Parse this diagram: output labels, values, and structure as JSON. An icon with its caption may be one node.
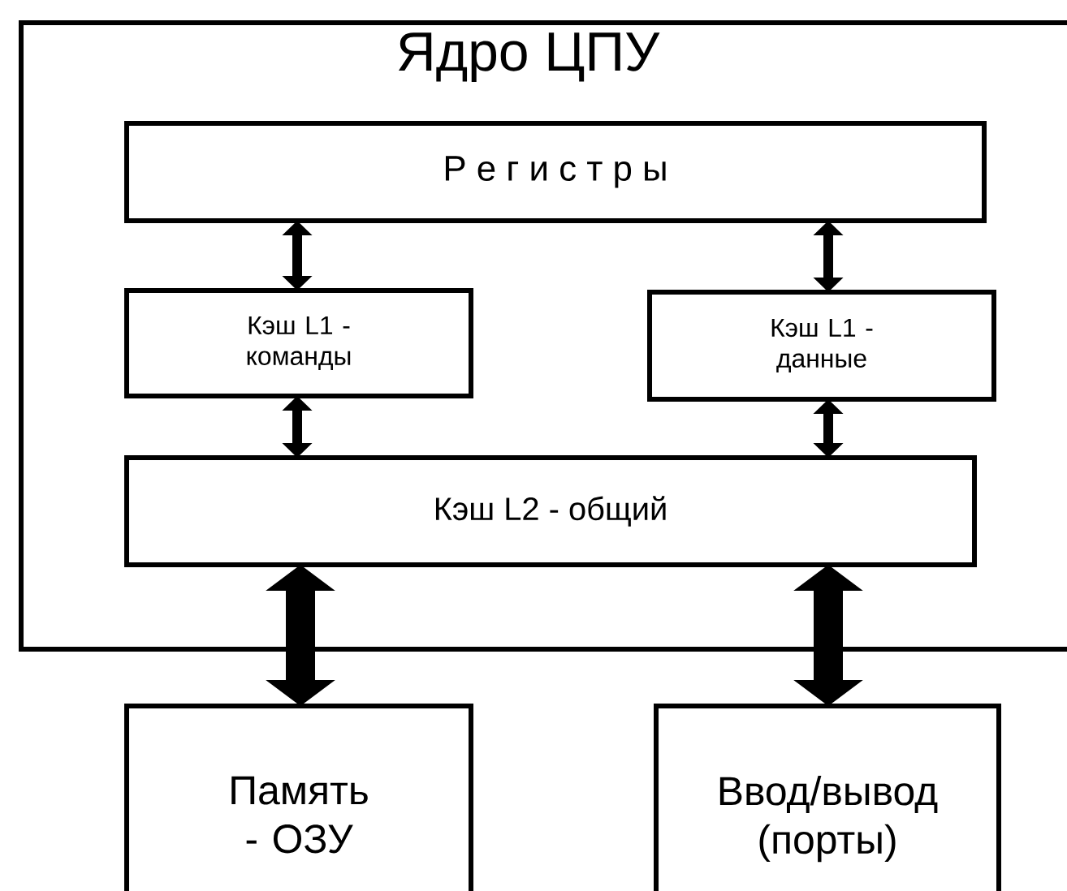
{
  "diagram": {
    "nodes": [
      {
        "text": [
          "Ядро ЦПУ"
        ]
      },
      {
        "text": [
          "Р е г и с т р ы"
        ],
        "in": 0
      },
      {
        "text": [
          "Кэш L1 - команды"
        ],
        "in": 0
      },
      {
        "text": [
          "Кэш L1 - данные"
        ],
        "in": 0
      },
      {
        "text": [
          "Кэш L2 - общий"
        ],
        "in": 0
      },
      {
        "text": [
          "Память - ОЗУ"
        ]
      },
      {
        "text": [
          "Ввод/вывод (порты)"
        ]
      }
    ],
    "edges": [
      {
        "from": 1,
        "to": 2,
        "arrow": "both"
      },
      {
        "from": 1,
        "to": 3,
        "arrow": "both"
      },
      {
        "from": 2,
        "to": 4,
        "arrow": "both"
      },
      {
        "from": 3,
        "to": 4,
        "arrow": "both"
      },
      {
        "from": 4,
        "to": 5,
        "arrow": "both",
        "style": "thick"
      },
      {
        "from": 4,
        "to": 6,
        "arrow": "both",
        "style": "thick"
      }
    ]
  }
}
